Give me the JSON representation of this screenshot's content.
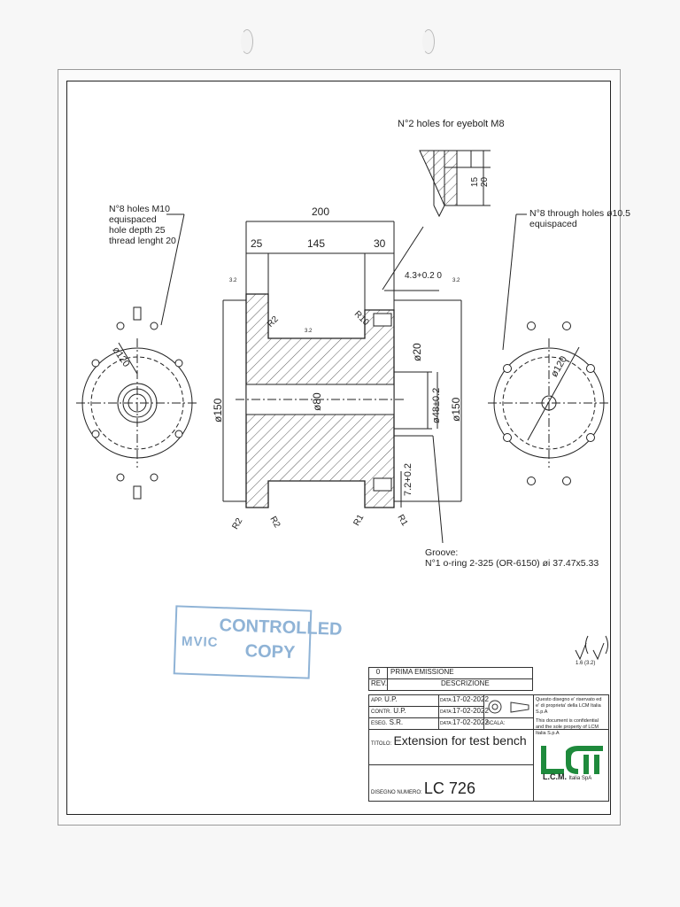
{
  "drawing": {
    "note_eyebolt": "N°2 holes for eyebolt M8",
    "note_m10_holes": [
      "N°8 holes M10",
      "equispaced",
      "hole depth 25",
      "thread lenght 20"
    ],
    "note_through_holes": [
      "N°8 through holes ø10.5",
      "equispaced"
    ],
    "note_groove": [
      "Groove:",
      "N°1 o-ring 2-325 (OR-6150) øi 37.47x5.33"
    ],
    "dims": {
      "overall": "200",
      "d25": "25",
      "d145": "145",
      "d30": "30",
      "d15": "15",
      "d20": "20",
      "groove_depth": "4.3+0.2 0",
      "phi150_left": "ø150",
      "phi80": "ø80",
      "phi20": "ø20",
      "phi48": "ø48±0.2",
      "phi150_right": "ø150",
      "groove_width": "7.2+0.2",
      "phi120_left": "ø120",
      "phi120_right": "ø120",
      "r2_top": "R2",
      "r10": "R10",
      "r2_bl": "R2",
      "r2_br": "R2",
      "r1_a": "R1",
      "r1_b": "R1"
    },
    "surface_finish": "1.6 (3.2)",
    "roughness": "3.2"
  },
  "stamp": {
    "logo": "MVIC",
    "line1": "CONTROLLED",
    "line2": "COPY"
  },
  "title_block": {
    "rev_no": "0",
    "rev_desc": "PRIMA EMISSIONE",
    "rev_label": "REV.",
    "desc_label": "DESCRIZIONE",
    "app_label": "APP.",
    "app_value": "U.P.",
    "contr_label": "CONTR.",
    "contr_value": "U.P.",
    "eseg_label": "ESEG.",
    "eseg_value": "S.R.",
    "date_label": "DATA:",
    "date_1": "17-02-2022",
    "date_2": "17-02-2022",
    "date_3": "17-02-2022",
    "scale_label": "SCALA:",
    "notice_it": "Questo disegno e' riservato ed e' di proprieta' della LCM Italia S.p.A",
    "notice_en": "This document is confidential and the sole property of LCM Italia S.p.A",
    "title_label": "TITOLO:",
    "title_value": "Extension for test bench",
    "number_label": "DISEGNO NUMERO:",
    "number_value": "LC 726",
    "company": "L.C.M.",
    "company_suffix": "Italia SpA"
  },
  "colors": {
    "ink": "#222222",
    "stamp": "#8fb3d6",
    "logo_green": "#1e8a3c"
  }
}
